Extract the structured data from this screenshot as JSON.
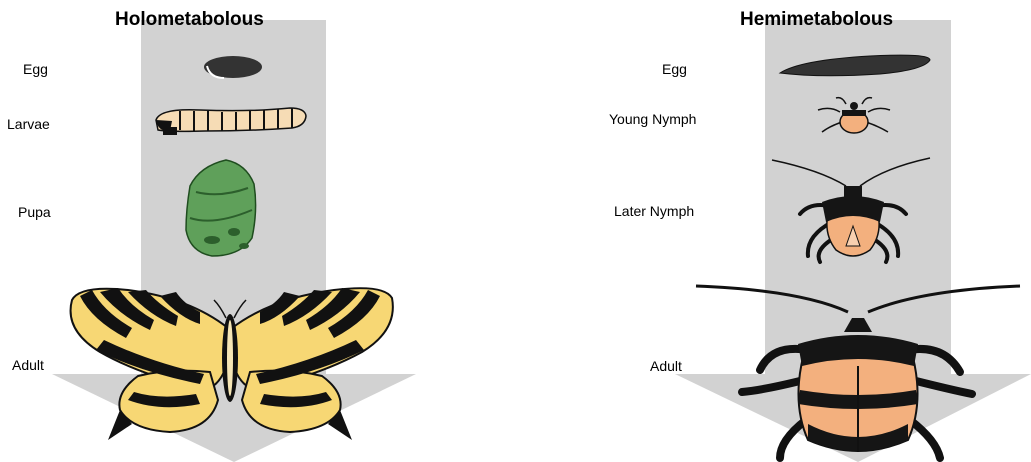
{
  "left": {
    "title": "Holometabolous",
    "stages": [
      "Egg",
      "Larvae",
      "Pupa",
      "Adult"
    ]
  },
  "right": {
    "title": "Hemimetabolous",
    "stages": [
      "Egg",
      "Young Nymph",
      "Later Nymph",
      "Adult"
    ]
  },
  "colors": {
    "arrow": "#d2d2d2",
    "butterfly_yellow": "#f7d774",
    "butterfly_black": "#111111",
    "pupa_green": "#5fa05a",
    "larva_cream": "#f6dcb5",
    "bug_orange": "#f3b07e",
    "bug_black": "#151515",
    "egg_dark": "#333333"
  }
}
